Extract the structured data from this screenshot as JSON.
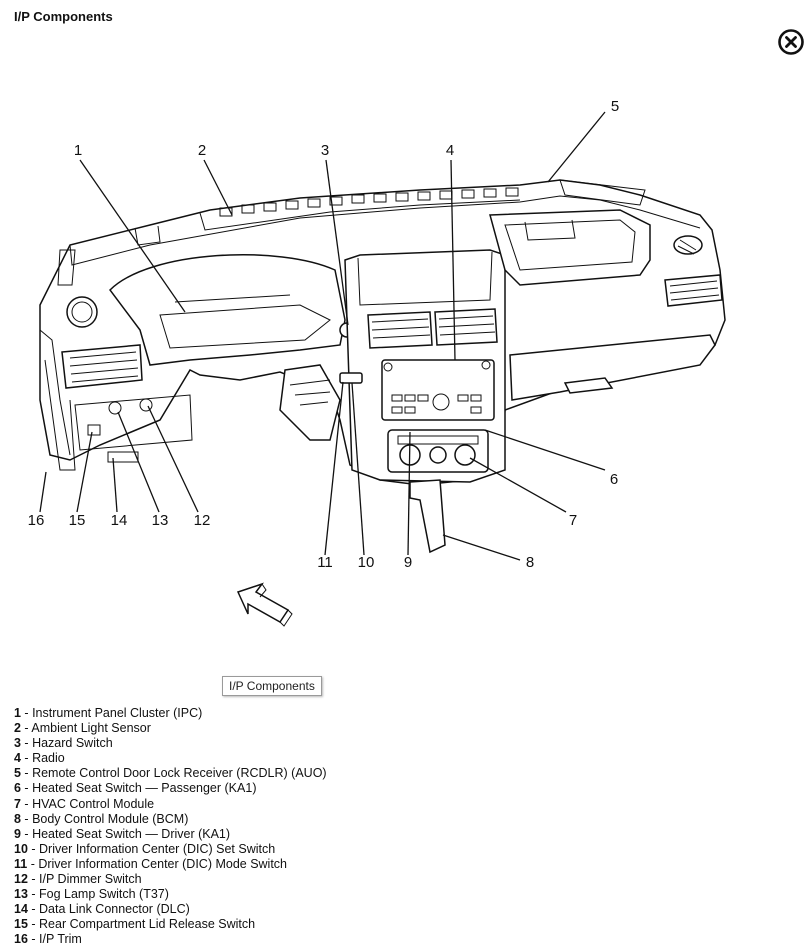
{
  "page": {
    "title": "I/P Components"
  },
  "diagram": {
    "caption": "I/P Components",
    "callouts": [
      "1",
      "2",
      "3",
      "4",
      "5",
      "6",
      "7",
      "8",
      "9",
      "10",
      "11",
      "12",
      "13",
      "14",
      "15",
      "16"
    ]
  },
  "legend": [
    {
      "num": "1",
      "text": "Instrument Panel Cluster (IPC)"
    },
    {
      "num": "2",
      "text": "Ambient Light Sensor"
    },
    {
      "num": "3",
      "text": "Hazard Switch"
    },
    {
      "num": "4",
      "text": "Radio"
    },
    {
      "num": "5",
      "text": "Remote Control Door Lock Receiver (RCDLR) (AUO)"
    },
    {
      "num": "6",
      "text": "Heated Seat Switch — Passenger (KA1)"
    },
    {
      "num": "7",
      "text": "HVAC Control Module"
    },
    {
      "num": "8",
      "text": "Body Control Module (BCM)"
    },
    {
      "num": "9",
      "text": "Heated Seat Switch — Driver (KA1)"
    },
    {
      "num": "10",
      "text": "Driver Information Center (DIC) Set Switch"
    },
    {
      "num": "11",
      "text": "Driver Information Center (DIC) Mode Switch"
    },
    {
      "num": "12",
      "text": "I/P Dimmer Switch"
    },
    {
      "num": "13",
      "text": "Fog Lamp Switch (T37)"
    },
    {
      "num": "14",
      "text": "Data Link Connector (DLC)"
    },
    {
      "num": "15",
      "text": "Rear Compartment Lid Release Switch"
    },
    {
      "num": "16",
      "text": "I/P Trim"
    }
  ]
}
